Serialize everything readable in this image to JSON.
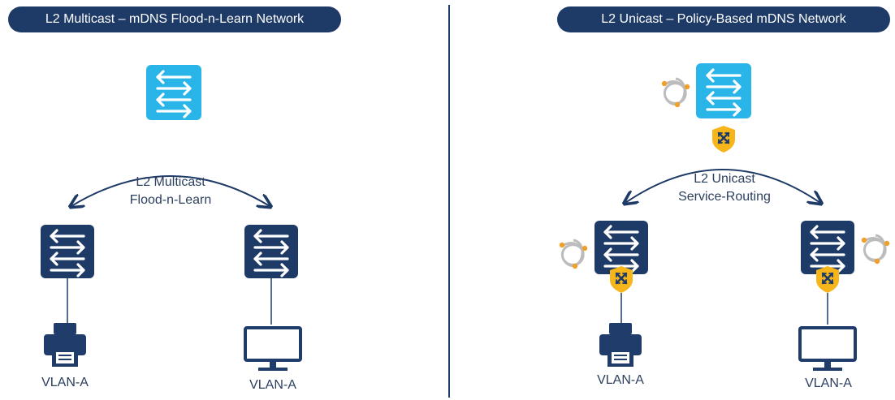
{
  "colors": {
    "navy": "#1e3a66",
    "cyan": "#29b5e8",
    "shield": "#f5b51b",
    "device": "#1f3c6a",
    "bonjour_node": "#f0a02a",
    "bonjour_ring": "#bcbcbc"
  },
  "left": {
    "title": "L2 Multicast – mDNS Flood-n-Learn Network",
    "arc_label_line1": "L2 Multicast",
    "arc_label_line2": "Flood-n-Learn",
    "printer_label": "VLAN-A",
    "monitor_label": "VLAN-A"
  },
  "right": {
    "title": "L2 Unicast – Policy-Based mDNS Network",
    "arc_label_line1": "L2 Unicast",
    "arc_label_line2": "Service-Routing",
    "printer_label": "VLAN-A",
    "monitor_label": "VLAN-A"
  },
  "icons": {
    "switch": "switch-icon",
    "printer": "printer-icon",
    "monitor": "monitor-icon",
    "bonjour": "bonjour-icon",
    "service_shield": "service-routing-shield-icon"
  }
}
